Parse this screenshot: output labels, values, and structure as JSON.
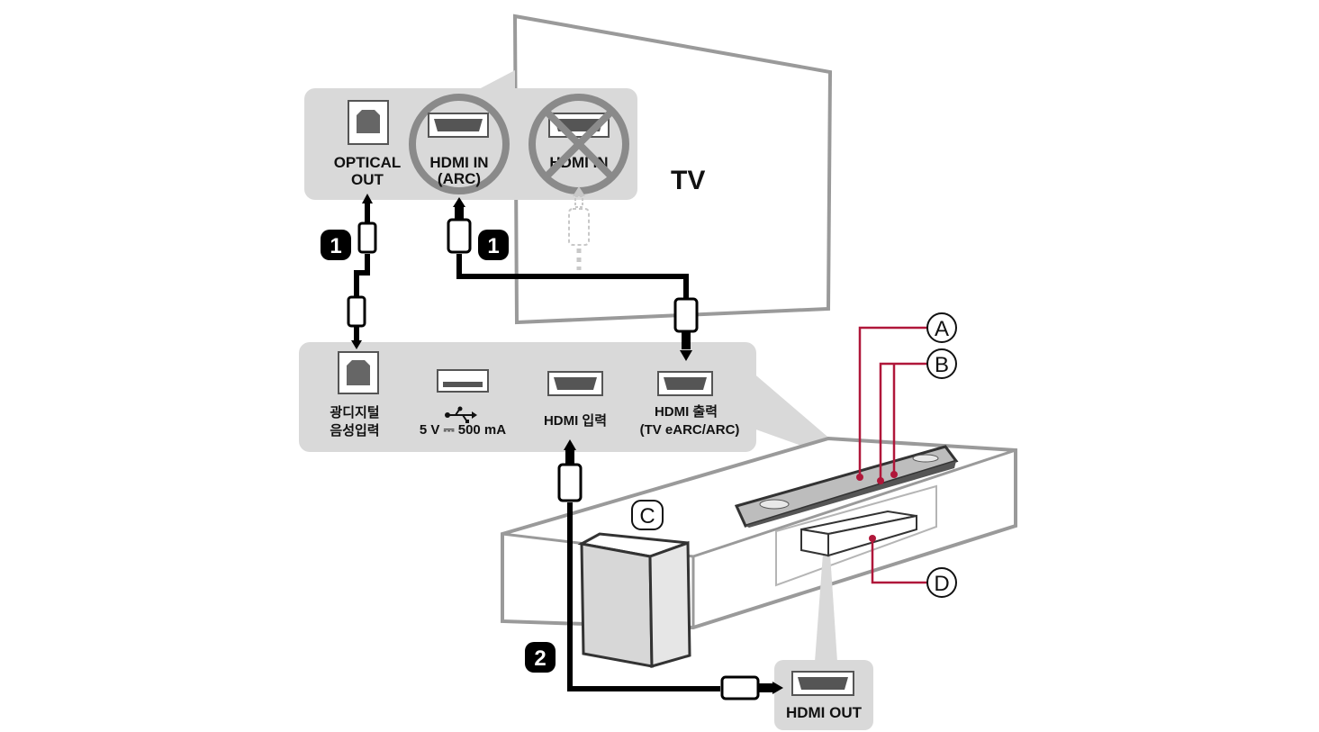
{
  "tv": {
    "label": "TV",
    "ports": {
      "optical_out": [
        "OPTICAL",
        "OUT"
      ],
      "hdmi_in_arc": [
        "HDMI IN",
        "(ARC)"
      ],
      "hdmi_in": "HDMI IN"
    }
  },
  "soundbar_panel": {
    "optical_in": [
      "광디지털",
      "음성입력"
    ],
    "usb": "5 V ⎓ 500 mA",
    "hdmi_in": "HDMI 입력",
    "hdmi_out": [
      "HDMI 출력",
      "(TV eARC/ARC)"
    ]
  },
  "device_port": {
    "hdmi_out": "HDMI OUT"
  },
  "steps": [
    "1",
    "1",
    "2"
  ],
  "callouts": [
    "A",
    "B",
    "C",
    "D"
  ],
  "colors": {
    "panel": "#d9d9d9",
    "cable": "#000000",
    "callout_line": "#b0173a",
    "outline": "#8a8a8a"
  },
  "icons": [
    "optical-port-icon",
    "hdmi-port-icon",
    "usb-port-icon",
    "usb-symbol-icon",
    "cross-icon"
  ]
}
